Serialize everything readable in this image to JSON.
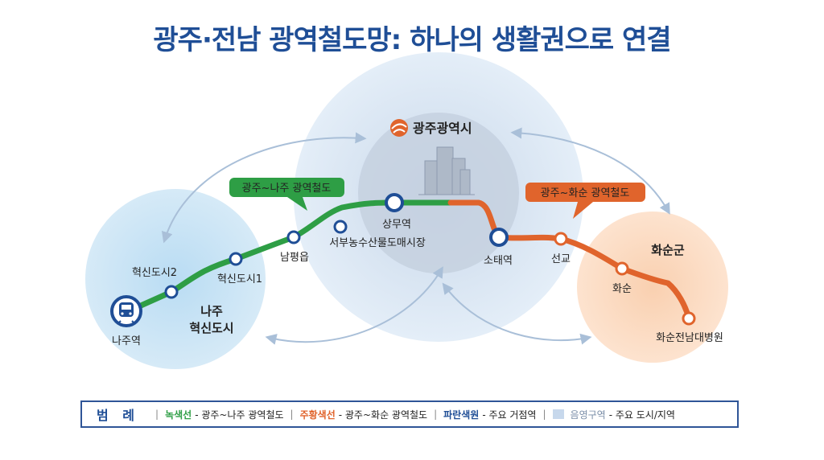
{
  "title": "광주·전남 광역철도망: 하나의 생활권으로 연결",
  "regions": {
    "gwangju": "광주광역시",
    "naju": [
      "나주",
      "혁신도시"
    ],
    "hwasun": "화순군"
  },
  "routes": {
    "green_callout": "광주~나주 광역철도",
    "orange_callout": "광주~화순 광역철도"
  },
  "stations": {
    "naju_station": "나주역",
    "hyeoksin2": "혁신도시2",
    "hyeoksin1": "혁신도시1",
    "nampyeong": "남평읍",
    "seobu_market": "서부농수산물도매시장",
    "sangmu": "상무역",
    "sotae": "소태역",
    "seongyo": "선교",
    "hwasun": "화순",
    "hwasun_hospital": "화순전남대병원"
  },
  "legend": {
    "title": "범 례",
    "green": {
      "swatch": "녹색선",
      "desc": " - 광주~나주 광역철도"
    },
    "orange": {
      "swatch": "주황색선",
      "desc": " - 광주~화순 광역철도"
    },
    "blue": {
      "swatch": "파란색원",
      "desc": " - 주요 거점역"
    },
    "shade": {
      "swatch": "음영구역",
      "desc": " - 주요 도시/지역"
    }
  },
  "colors": {
    "green_line": "#2e9e45",
    "orange_line": "#e0642c",
    "hub_blue": "#1f4e96",
    "naju_area": "#cfe4f5",
    "gwangju_area": "#dce9f5",
    "hwasun_area": "#fad9bf"
  }
}
